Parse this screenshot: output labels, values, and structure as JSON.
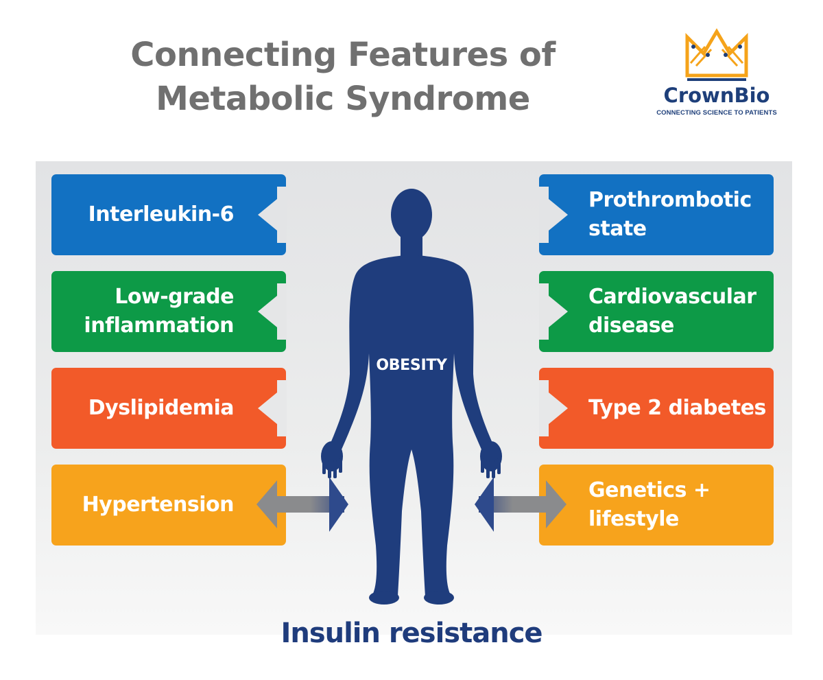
{
  "header": {
    "title_line1": "Connecting Features of",
    "title_line2": "Metabolic Syndrome"
  },
  "logo": {
    "name": "CrownBio",
    "tagline": "CONNECTING SCIENCE TO PATIENTS",
    "icon": "crown-logo-icon",
    "colors": {
      "crown": "#f5a31a",
      "text": "#1e3f7a"
    }
  },
  "center": {
    "figure_label": "OBESITY",
    "bottom_label": "Insulin resistance",
    "figure_icon": "human-silhouette-icon",
    "figure_color": "#1f3d7d"
  },
  "left_boxes": [
    {
      "text": "Interleukin-6",
      "color": "#1271c2"
    },
    {
      "text": "Low-grade inflammation",
      "line1": "Low-grade",
      "line2": "inflammation",
      "color": "#0d9a47"
    },
    {
      "text": "Dyslipidemia",
      "color": "#f25a29"
    },
    {
      "text": "Hypertension",
      "color": "#f7a31c"
    }
  ],
  "right_boxes": [
    {
      "text": "Prothrombotic state",
      "line1": "Prothrombotic",
      "line2": "state",
      "color": "#1271c2"
    },
    {
      "text": "Cardiovascular disease",
      "line1": "Cardiovascular",
      "line2": "disease",
      "color": "#0d9a47"
    },
    {
      "text": "Type 2 diabetes",
      "color": "#f25a29"
    },
    {
      "text": "Genetics + lifestyle",
      "line1": "Genetics +",
      "line2": "lifestyle",
      "color": "#f7a31c"
    }
  ],
  "connectors": {
    "arrow_icon": "double-arrow-icon",
    "colors": {
      "shaft": "#8a8b8d",
      "head": "#2e4a8c"
    }
  }
}
